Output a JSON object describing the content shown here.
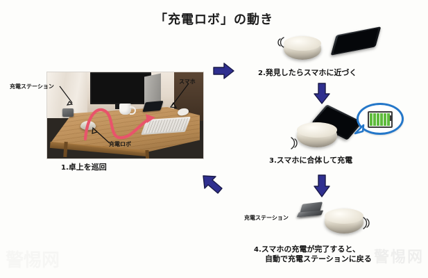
{
  "page": {
    "title": "「充電ロボ」の動き",
    "background_color": "#fdfdfb"
  },
  "colors": {
    "arrow_blue": "#2f2f8f",
    "route_pink": "#e8546b",
    "bubble_blue": "#2477c9",
    "battery_green": "#5fbb3d",
    "robot_cream": "#ece7da",
    "station_gray": "#5d6063",
    "text_black": "#111111"
  },
  "photo": {
    "alt": "卓上の机の上を巡回する充電ロボの写真",
    "callouts": [
      {
        "id": "station",
        "label": "充電ステーション"
      },
      {
        "id": "phone",
        "label": "スマホ"
      },
      {
        "id": "robot",
        "label": "充電ロボ"
      }
    ]
  },
  "steps": [
    {
      "number": "1.",
      "caption": "卓上を巡回",
      "lines": [
        "卓上を巡回"
      ]
    },
    {
      "number": "2.",
      "caption": "発見したらスマホに近づく",
      "lines": [
        "発見したらスマホに近づく"
      ]
    },
    {
      "number": "3.",
      "caption": "スマホに合体して充電",
      "lines": [
        "スマホに合体して充電"
      ]
    },
    {
      "number": "4.",
      "caption": "スマホの充電が完了すると、自動で充電ステーションに戻る",
      "lines": [
        "スマホの充電が完了すると、",
        "自動で充電ステーションに戻る"
      ]
    }
  ],
  "step4": {
    "station_label": "充電ステーション"
  },
  "arrows": [
    {
      "id": "arrow-1-to-2",
      "direction": "right"
    },
    {
      "id": "arrow-2-to-3",
      "direction": "down"
    },
    {
      "id": "arrow-3-to-4",
      "direction": "down"
    },
    {
      "id": "arrow-4-to-1",
      "direction": "up-left"
    }
  ],
  "icons": {
    "battery": "battery-icon",
    "signal_waves": "signal-waves-icon"
  },
  "watermark": {
    "left": "警惕网",
    "right": "警惕网"
  }
}
